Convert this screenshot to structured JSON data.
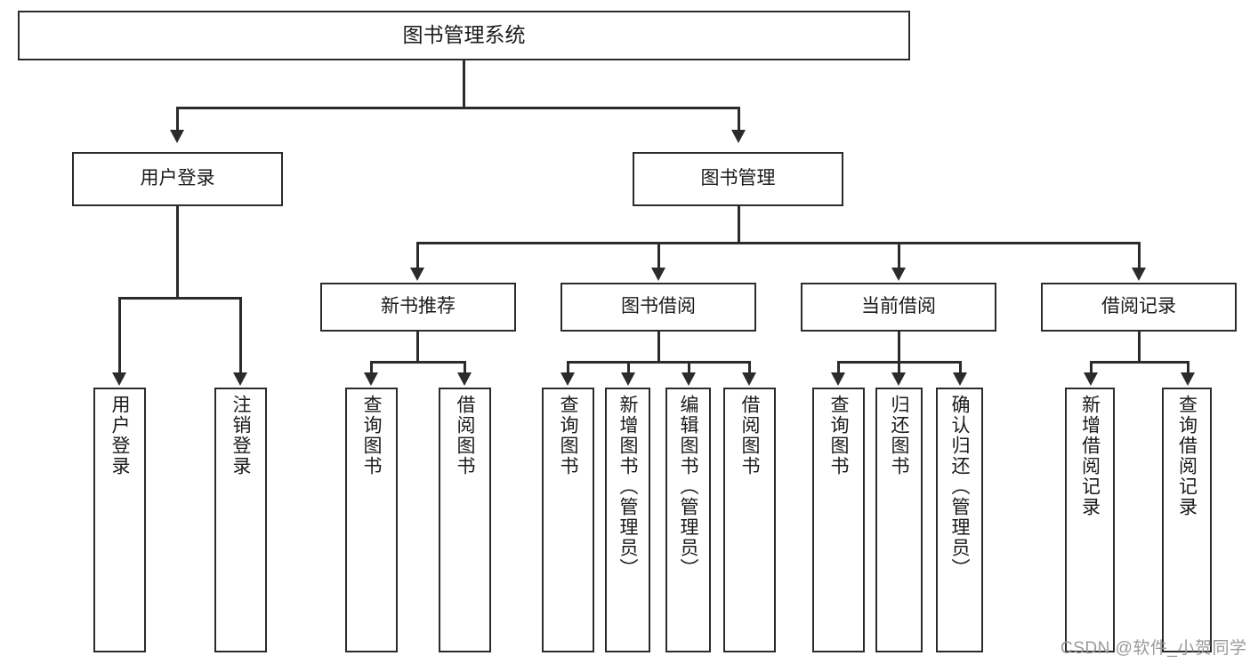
{
  "diagram": {
    "type": "tree-hierarchy",
    "title": "图书管理系统",
    "root": {
      "label": "图书管理系统"
    },
    "level2": [
      {
        "label": "用户登录"
      },
      {
        "label": "图书管理"
      }
    ],
    "level3": [
      {
        "label": "新书推荐"
      },
      {
        "label": "图书借阅"
      },
      {
        "label": "当前借阅"
      },
      {
        "label": "借阅记录"
      }
    ],
    "leaves": {
      "user_login": [
        {
          "label": "用户登录"
        },
        {
          "label": "注销登录"
        }
      ],
      "new_book_recommend": [
        {
          "label": "查询图书"
        },
        {
          "label": "借阅图书"
        }
      ],
      "book_borrow": [
        {
          "label": "查询图书"
        },
        {
          "label": "新增图书（管理员）"
        },
        {
          "label": "编辑图书（管理员）"
        },
        {
          "label": "借阅图书"
        }
      ],
      "current_borrow": [
        {
          "label": "查询图书"
        },
        {
          "label": "归还图书"
        },
        {
          "label": "确认归还（管理员）"
        }
      ],
      "borrow_record": [
        {
          "label": "新增借阅记录"
        },
        {
          "label": "查询借阅记录"
        }
      ]
    }
  },
  "watermark": {
    "text": "CSDN @软件_小贺同学"
  },
  "colors": {
    "stroke": "#2b2b2b",
    "text": "#1a1a1a",
    "background": "#ffffff",
    "watermark": "#9a9a9a"
  }
}
